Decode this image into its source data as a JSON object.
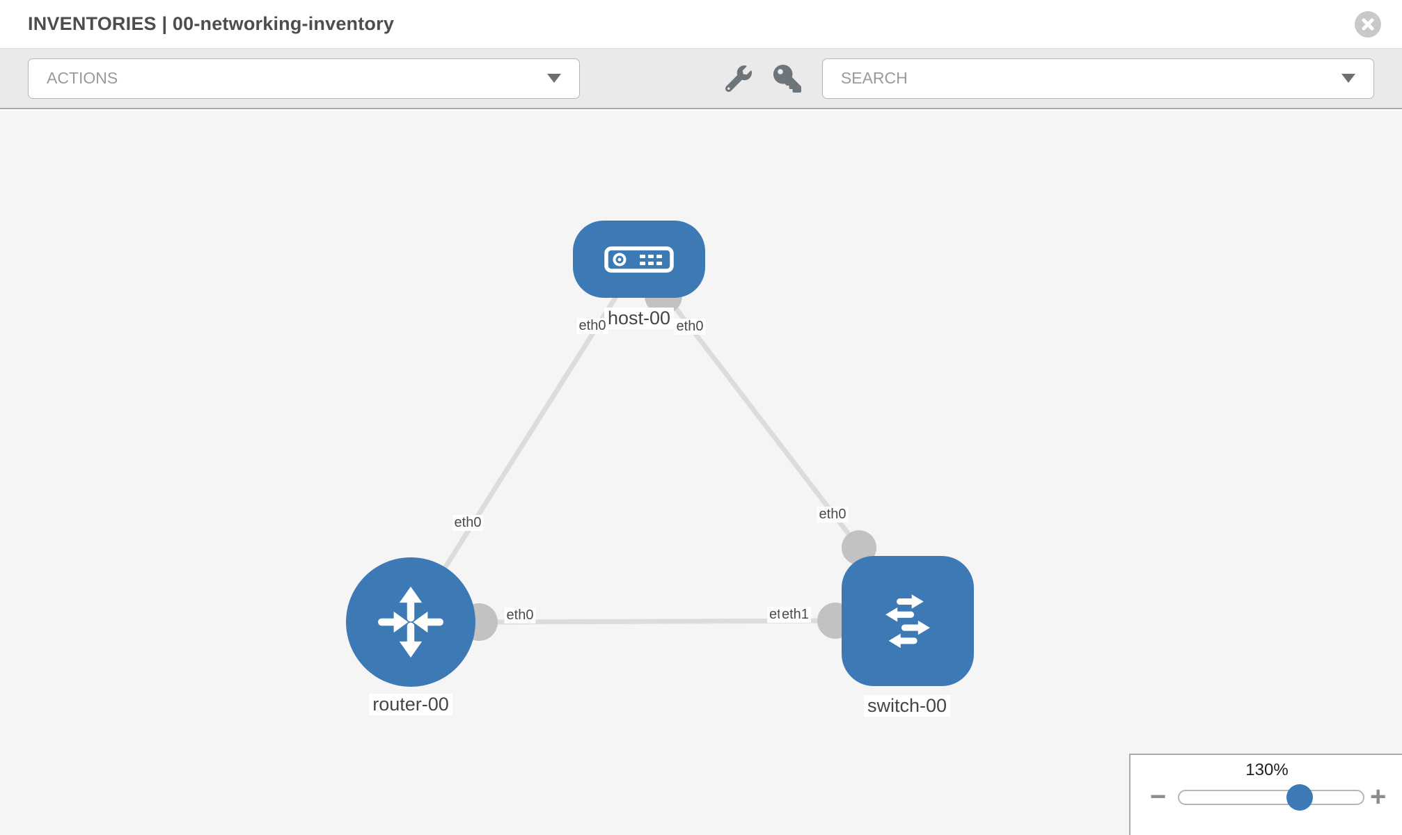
{
  "header": {
    "title": "INVENTORIES | 00-networking-inventory",
    "close_icon": "close-icon"
  },
  "toolbar": {
    "actions_label": "ACTIONS",
    "search_label": "SEARCH",
    "icons": [
      "wrench-icon",
      "key-icon"
    ]
  },
  "diagram": {
    "nodes": {
      "host": {
        "label": "host-00",
        "type": "host"
      },
      "router": {
        "label": "router-00",
        "type": "router"
      },
      "switch": {
        "label": "switch-00",
        "type": "switch"
      }
    },
    "links": [
      {
        "from": "host-00",
        "to": "router-00",
        "from_iface": "eth0",
        "to_iface": "eth0"
      },
      {
        "from": "host-00",
        "to": "switch-00",
        "from_iface": "eth0",
        "to_iface": "eth0"
      },
      {
        "from": "router-00",
        "to": "switch-00",
        "from_iface": "eth0",
        "to_iface": "eth1"
      }
    ],
    "iface_labels": {
      "host_left": "eth0",
      "host_right": "eth0",
      "router_top": "eth0",
      "switch_top": "eth0",
      "router_right": "eth0",
      "switch_left_a": "eth0",
      "switch_left_b": "eth1"
    }
  },
  "zoom_control": {
    "value": "130%",
    "minus_label": "−",
    "plus_label": "+"
  },
  "colors": {
    "node_blue": "#3d7ab5",
    "link_gray": "#dcdcdc",
    "dot_gray": "#c2c2c2",
    "canvas_bg": "#f5f5f5"
  }
}
